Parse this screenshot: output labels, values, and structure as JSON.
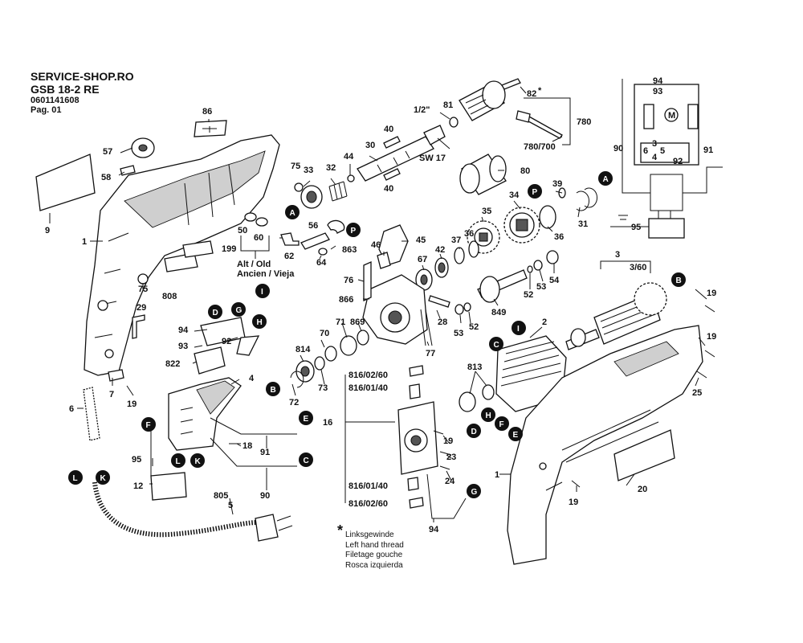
{
  "header": {
    "shop": "SERVICE-SHOP.RO",
    "model": "GSB 18-2 RE",
    "number": "0601141608",
    "page": "Pag. 01"
  },
  "footnote": {
    "star": "*",
    "lines": [
      "Linksgewinde",
      "Left hand thread",
      "Filetage gouche",
      "Rosca izquierda"
    ]
  },
  "alt_label": [
    "Alt / Old",
    "Ancien / Vieja"
  ],
  "labels": [
    {
      "id": "l86",
      "text": "86"
    },
    {
      "id": "l57",
      "text": "57"
    },
    {
      "id": "l58",
      "text": "58"
    },
    {
      "id": "l9",
      "text": "9"
    },
    {
      "id": "l1a",
      "text": "1"
    },
    {
      "id": "l75a",
      "text": "75"
    },
    {
      "id": "l33",
      "text": "33"
    },
    {
      "id": "l32",
      "text": "32"
    },
    {
      "id": "l44",
      "text": "44"
    },
    {
      "id": "l30",
      "text": "30"
    },
    {
      "id": "l40a",
      "text": "40"
    },
    {
      "id": "l40b",
      "text": "40"
    },
    {
      "id": "l12in",
      "text": "1/2\""
    },
    {
      "id": "lsw17",
      "text": "SW 17"
    },
    {
      "id": "l81",
      "text": "81"
    },
    {
      "id": "l82",
      "text": "82"
    },
    {
      "id": "l82s",
      "text": "*"
    },
    {
      "id": "l780",
      "text": "780"
    },
    {
      "id": "l780700",
      "text": "780/700"
    },
    {
      "id": "l80",
      "text": "80"
    },
    {
      "id": "l39",
      "text": "39"
    },
    {
      "id": "l34",
      "text": "34"
    },
    {
      "id": "l31",
      "text": "31"
    },
    {
      "id": "l36a",
      "text": "36"
    },
    {
      "id": "l36b",
      "text": "36"
    },
    {
      "id": "l35",
      "text": "35"
    },
    {
      "id": "l37",
      "text": "37"
    },
    {
      "id": "l42",
      "text": "42"
    },
    {
      "id": "l67",
      "text": "67"
    },
    {
      "id": "l45",
      "text": "45"
    },
    {
      "id": "l46",
      "text": "46"
    },
    {
      "id": "l56",
      "text": "56"
    },
    {
      "id": "l62",
      "text": "62"
    },
    {
      "id": "l64",
      "text": "64"
    },
    {
      "id": "l863",
      "text": "863"
    },
    {
      "id": "l50",
      "text": "50"
    },
    {
      "id": "l60",
      "text": "60"
    },
    {
      "id": "l199",
      "text": "199"
    },
    {
      "id": "l808",
      "text": "808"
    },
    {
      "id": "l75b",
      "text": "75"
    },
    {
      "id": "l29",
      "text": "29"
    },
    {
      "id": "l76",
      "text": "76"
    },
    {
      "id": "l866",
      "text": "866"
    },
    {
      "id": "l28",
      "text": "28"
    },
    {
      "id": "l77",
      "text": "77"
    },
    {
      "id": "l53a",
      "text": "53"
    },
    {
      "id": "l52a",
      "text": "52"
    },
    {
      "id": "l849",
      "text": "849"
    },
    {
      "id": "l52b",
      "text": "52"
    },
    {
      "id": "l53b",
      "text": "53"
    },
    {
      "id": "l54",
      "text": "54"
    },
    {
      "id": "l3",
      "text": "3"
    },
    {
      "id": "l360",
      "text": "3/60"
    },
    {
      "id": "l19a",
      "text": "19"
    },
    {
      "id": "l19b",
      "text": "19"
    },
    {
      "id": "l25",
      "text": "25"
    },
    {
      "id": "l2",
      "text": "2"
    },
    {
      "id": "l813",
      "text": "813"
    },
    {
      "id": "l94a",
      "text": "94"
    },
    {
      "id": "l93a",
      "text": "93"
    },
    {
      "id": "l92a",
      "text": "92"
    },
    {
      "id": "l822",
      "text": "822"
    },
    {
      "id": "l814",
      "text": "814"
    },
    {
      "id": "l70",
      "text": "70"
    },
    {
      "id": "l71",
      "text": "71"
    },
    {
      "id": "l869",
      "text": "869"
    },
    {
      "id": "l72",
      "text": "72"
    },
    {
      "id": "l73",
      "text": "73"
    },
    {
      "id": "l4",
      "text": "4"
    },
    {
      "id": "l7",
      "text": "7"
    },
    {
      "id": "l19c",
      "text": "19"
    },
    {
      "id": "l6",
      "text": "6"
    },
    {
      "id": "l18",
      "text": "18"
    },
    {
      "id": "l91a",
      "text": "91"
    },
    {
      "id": "l90a",
      "text": "90"
    },
    {
      "id": "l95a",
      "text": "95"
    },
    {
      "id": "l12",
      "text": "12"
    },
    {
      "id": "l805",
      "text": "805"
    },
    {
      "id": "l5",
      "text": "5"
    },
    {
      "id": "l16",
      "text": "16"
    },
    {
      "id": "l8166a",
      "text": "816/02/60"
    },
    {
      "id": "l8164a",
      "text": "816/01/40"
    },
    {
      "id": "l8164b",
      "text": "816/01/40"
    },
    {
      "id": "l8166b",
      "text": "816/02/60"
    },
    {
      "id": "l19d",
      "text": "19"
    },
    {
      "id": "l23",
      "text": "23"
    },
    {
      "id": "l24",
      "text": "24"
    },
    {
      "id": "l94b",
      "text": "94"
    },
    {
      "id": "l1b",
      "text": "1"
    },
    {
      "id": "l20",
      "text": "20"
    },
    {
      "id": "l19e",
      "text": "19"
    },
    {
      "id": "s94",
      "text": "94"
    },
    {
      "id": "s93",
      "text": "93"
    },
    {
      "id": "s92",
      "text": "92"
    },
    {
      "id": "s91",
      "text": "91"
    },
    {
      "id": "s90",
      "text": "90"
    },
    {
      "id": "s95",
      "text": "95"
    },
    {
      "id": "s3",
      "text": "3"
    },
    {
      "id": "s4",
      "text": "4"
    },
    {
      "id": "s5",
      "text": "5"
    },
    {
      "id": "s6",
      "text": "6"
    },
    {
      "id": "sM",
      "text": "M"
    }
  ],
  "markers": [
    {
      "id": "mA1",
      "text": "A"
    },
    {
      "id": "mA2",
      "text": "A"
    },
    {
      "id": "mP1",
      "text": "P"
    },
    {
      "id": "mP2",
      "text": "P"
    },
    {
      "id": "mB1",
      "text": "B"
    },
    {
      "id": "mB2",
      "text": "B"
    },
    {
      "id": "mI1",
      "text": "I"
    },
    {
      "id": "mI2",
      "text": "I"
    },
    {
      "id": "mD1",
      "text": "D"
    },
    {
      "id": "mD2",
      "text": "D"
    },
    {
      "id": "mG1",
      "text": "G"
    },
    {
      "id": "mG2",
      "text": "G"
    },
    {
      "id": "mH1",
      "text": "H"
    },
    {
      "id": "mH2",
      "text": "H"
    },
    {
      "id": "mC1",
      "text": "C"
    },
    {
      "id": "mC2",
      "text": "C"
    },
    {
      "id": "mE1",
      "text": "E"
    },
    {
      "id": "mE2",
      "text": "E"
    },
    {
      "id": "mF1",
      "text": "F"
    },
    {
      "id": "mF2",
      "text": "F"
    },
    {
      "id": "mL1",
      "text": "L"
    },
    {
      "id": "mL2",
      "text": "L"
    },
    {
      "id": "mK1",
      "text": "K"
    },
    {
      "id": "mK2",
      "text": "K"
    }
  ]
}
